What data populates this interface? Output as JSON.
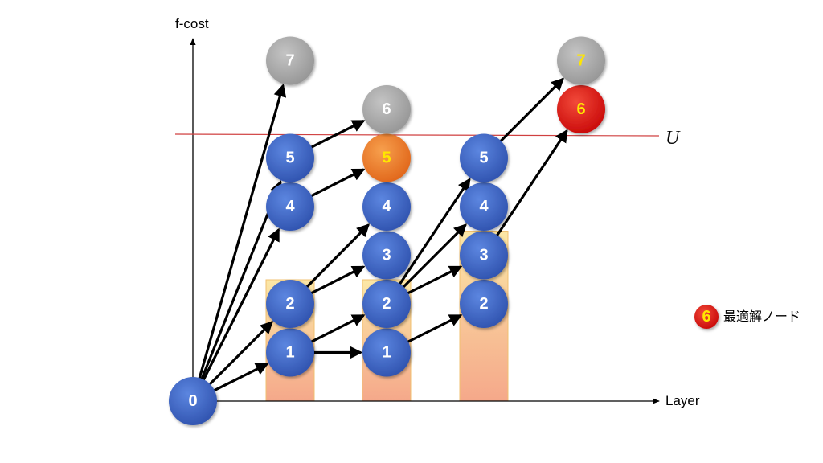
{
  "axes": {
    "y_label": "f-cost",
    "x_label": "Layer"
  },
  "upper_bound_label": "U",
  "legend": {
    "node_value": "6",
    "text": "最適解ノード"
  },
  "colors": {
    "blue": "#3a63c8",
    "gray": "#a9a9a9",
    "orange": "#ee7a22",
    "red": "#e01010",
    "bound_line": "#d04040",
    "column_top": "#fbe7a6",
    "column_bottom": "#f5a88a"
  },
  "columns": [
    {
      "layer": 1,
      "bottom_value": 1,
      "top_value": 2
    },
    {
      "layer": 2,
      "bottom_value": 1,
      "top_value": 2
    },
    {
      "layer": 3,
      "bottom_value": 2,
      "top_value": 3
    }
  ],
  "nodes": [
    {
      "id": "n0",
      "layer": 0,
      "value": 0,
      "label": "0",
      "color": "blue"
    },
    {
      "id": "n11",
      "layer": 1,
      "value": 1,
      "label": "1",
      "color": "blue"
    },
    {
      "id": "n12",
      "layer": 1,
      "value": 2,
      "label": "2",
      "color": "blue"
    },
    {
      "id": "n14",
      "layer": 1,
      "value": 4,
      "label": "4",
      "color": "blue"
    },
    {
      "id": "n15",
      "layer": 1,
      "value": 5,
      "label": "5",
      "color": "blue"
    },
    {
      "id": "n17",
      "layer": 1,
      "value": 7,
      "label": "7",
      "color": "gray"
    },
    {
      "id": "n21",
      "layer": 2,
      "value": 1,
      "label": "1",
      "color": "blue"
    },
    {
      "id": "n22",
      "layer": 2,
      "value": 2,
      "label": "2",
      "color": "blue"
    },
    {
      "id": "n23",
      "layer": 2,
      "value": 3,
      "label": "3",
      "color": "blue"
    },
    {
      "id": "n24",
      "layer": 2,
      "value": 4,
      "label": "4",
      "color": "blue"
    },
    {
      "id": "n25",
      "layer": 2,
      "value": 5,
      "label": "5",
      "color": "orange",
      "text_color": "#ffe600"
    },
    {
      "id": "n26",
      "layer": 2,
      "value": 6,
      "label": "6",
      "color": "gray"
    },
    {
      "id": "n32",
      "layer": 3,
      "value": 2,
      "label": "2",
      "color": "blue"
    },
    {
      "id": "n33",
      "layer": 3,
      "value": 3,
      "label": "3",
      "color": "blue"
    },
    {
      "id": "n34",
      "layer": 3,
      "value": 4,
      "label": "4",
      "color": "blue"
    },
    {
      "id": "n35",
      "layer": 3,
      "value": 5,
      "label": "5",
      "color": "blue"
    },
    {
      "id": "n46",
      "layer": 4,
      "value": 6,
      "label": "6",
      "color": "red",
      "text_color": "#ffe600"
    },
    {
      "id": "n47",
      "layer": 4,
      "value": 7,
      "label": "7",
      "color": "gray",
      "text_color": "#ffe600"
    }
  ],
  "edges": [
    [
      "n0",
      "n11"
    ],
    [
      "n0",
      "n12"
    ],
    [
      "n0",
      "n14"
    ],
    [
      "n0",
      "n15"
    ],
    [
      "n0",
      "n17"
    ],
    [
      "n11",
      "n21"
    ],
    [
      "n11",
      "n22"
    ],
    [
      "n12",
      "n23"
    ],
    [
      "n12",
      "n24"
    ],
    [
      "n14",
      "n25"
    ],
    [
      "n15",
      "n26"
    ],
    [
      "n21",
      "n32"
    ],
    [
      "n22",
      "n33"
    ],
    [
      "n22",
      "n34"
    ],
    [
      "n22",
      "n35"
    ],
    [
      "n33",
      "n46"
    ],
    [
      "n35",
      "n47"
    ]
  ]
}
